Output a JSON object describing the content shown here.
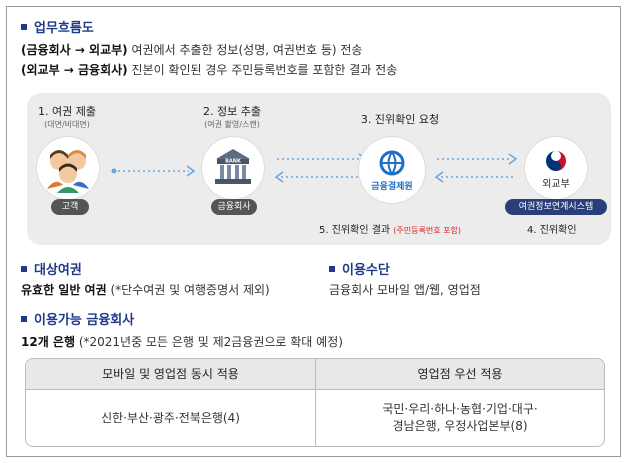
{
  "workflow": {
    "title": "업무흐름도",
    "line1_bold": "(금융회사 → 외교부)",
    "line1_text": " 여권에서 추출한 정보(성명, 여권번호 등) 전송",
    "line2_bold": "(외교부 → 금융회사)",
    "line2_text": " 진본이 확인된 경우 주민등록번호를 포함한 결과 전송"
  },
  "flow": {
    "step1": {
      "label": "1. 여권 제출",
      "sub": "(대면/비대면)"
    },
    "step2": {
      "label": "2. 정보 추출",
      "sub": "(여권 촬영/스캔)"
    },
    "step3": {
      "label": "3. 진위확인 요청"
    },
    "step4": {
      "label": "4. 진위확인"
    },
    "step5": {
      "label": "5. 진위확인 결과",
      "note": "(주민등록번호 포함)"
    },
    "customer_pill": "고객",
    "bank_pill": "금융회사",
    "bank_sign": "BANK",
    "clearing_name": "금융결제원",
    "mofa_name": "외교부",
    "mofa_pill": "여권정보연계시스템"
  },
  "passport": {
    "title": "대상여권",
    "text_bold": "유효한 일반 여권",
    "text_rest": " (*단수여권 및 여행증명서 제외)"
  },
  "means": {
    "title": "이용수단",
    "text": "금융회사 모바일 앱/웹, 영업점"
  },
  "institutions": {
    "title": "이용가능 금융회사",
    "text_bold": "12개 은행",
    "text_rest": " (*2021년중 모든 은행 및 제2금융권으로 확대 예정)"
  },
  "table": {
    "col1_header": "모바일 및 영업점 동시 적용",
    "col2_header": "영업점 우선 적용",
    "col1_value": "신한·부산·광주·전북은행(4)",
    "col2_value_line1": "국민·우리·하나·농협·기업·대구·",
    "col2_value_line2": "경남은행, 우정사업본부(8)"
  },
  "colors": {
    "accent": "#1f3a8a",
    "arrow": "#6aa6dd",
    "highlight_red": "#dd2222"
  }
}
